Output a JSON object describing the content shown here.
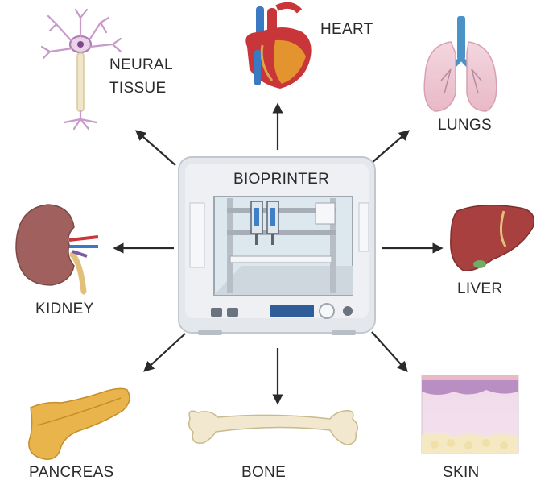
{
  "center": {
    "label": "BIOPRINTER"
  },
  "outputs": {
    "neural": {
      "label_line1": "NEURAL",
      "label_line2": "TISSUE"
    },
    "heart": {
      "label": "HEART"
    },
    "lungs": {
      "label": "LUNGS"
    },
    "kidney": {
      "label": "KIDNEY"
    },
    "liver": {
      "label": "LIVER"
    },
    "pancreas": {
      "label": "PANCREAS"
    },
    "bone": {
      "label": "BONE"
    },
    "skin": {
      "label": "SKIN"
    }
  }
}
